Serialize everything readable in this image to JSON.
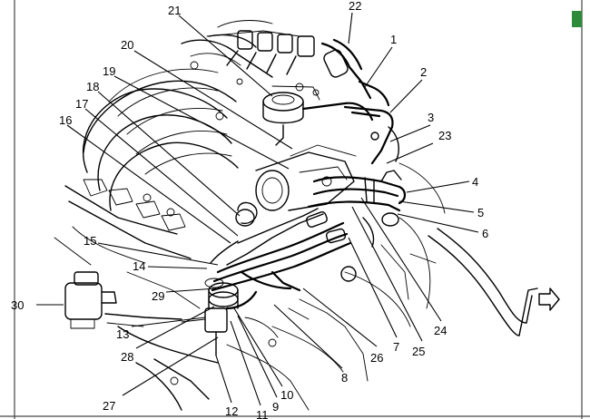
{
  "figure": {
    "corner_marker_color": "#2e8b3a",
    "callouts": [
      "1",
      "2",
      "3",
      "4",
      "5",
      "6",
      "7",
      "8",
      "9",
      "10",
      "11",
      "12",
      "13",
      "14",
      "15",
      "16",
      "17",
      "18",
      "19",
      "20",
      "21",
      "22",
      "23",
      "24",
      "25",
      "26",
      "27",
      "28",
      "29",
      "30"
    ]
  }
}
